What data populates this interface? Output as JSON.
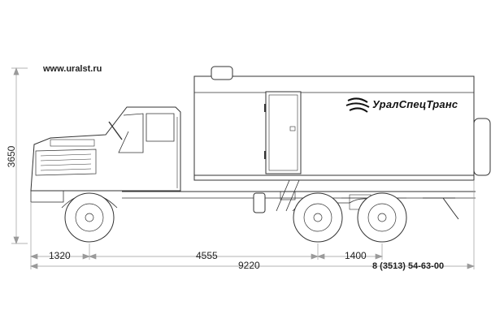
{
  "header": {
    "website": "www.uralst.ru"
  },
  "brand": {
    "logo_text": "УралСпецТранс"
  },
  "contact": {
    "phone": "8 (3513) 54-63-00"
  },
  "dimensions": {
    "height_mm": "3650",
    "front_overhang_mm": "1320",
    "wheelbase_mm": "4555",
    "rear_axle_spacing_mm": "1400",
    "overall_length_mm": "9220"
  },
  "colors": {
    "line": "#333333",
    "dim_line": "#9a9a9a",
    "background": "#ffffff"
  }
}
